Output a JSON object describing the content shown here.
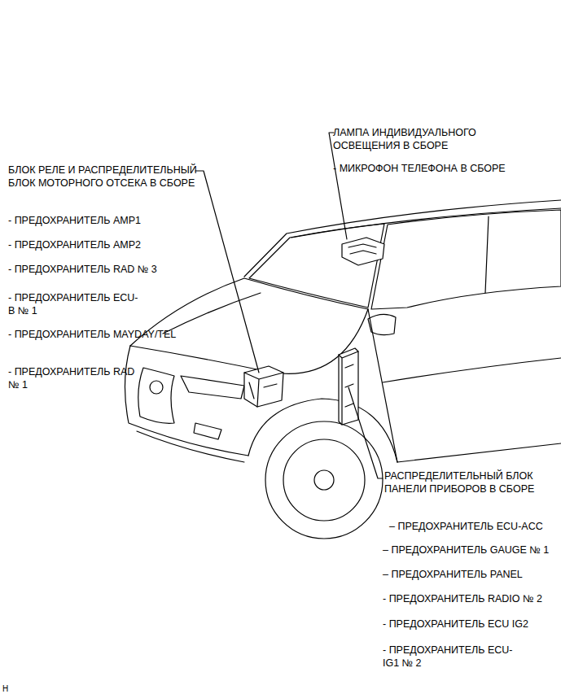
{
  "diagram": {
    "labels": [
      "ЛАМПА ИНДИВИДУАЛЬНОГО ОСВЕЩЕНИЯ В СБОРЕ",
      "- МИКРОФОН ТЕЛЕФОНА В СБОРЕ",
      "БЛОК РЕЛЕ И РАСПРЕДЕЛИТЕЛЬНЫЙ БЛОК МОТОРНОГО ОТСЕКА В СБОРЕ",
      "- ПРЕДОХРАНИТЕЛЬ AMP1",
      "- ПРЕДОХРАНИТЕЛЬ AMP2",
      "- ПРЕДОХРАНИТЕЛЬ RAD № 3",
      "- ПРЕДОХРАНИТЕЛЬ ECU-B № 1",
      "- ПРЕДОХРАНИТЕЛЬ MAYDAY/TEL",
      "- ПРЕДОХРАНИТЕЛЬ RAD № 1",
      "РАСПРЕДЕЛИТЕЛЬНЫЙ БЛОК ПАНЕЛИ ПРИБОРОВ В СБОРЕ",
      "– ПРЕДОХРАНИТЕЛЬ ECU-ACC",
      "– ПРЕДОХРАНИТЕЛЬ GAUGE № 1",
      "– ПРЕДОХРАНИТЕЛЬ PANEL",
      "- ПРЕДОХРАНИТЕЛЬ RADIO № 2",
      "- ПРЕДОХРАНИТЕЛЬ ECU IG2",
      "- ПРЕДОХРАНИТЕЛЬ ECU-IG1 № 2",
      "H"
    ]
  }
}
